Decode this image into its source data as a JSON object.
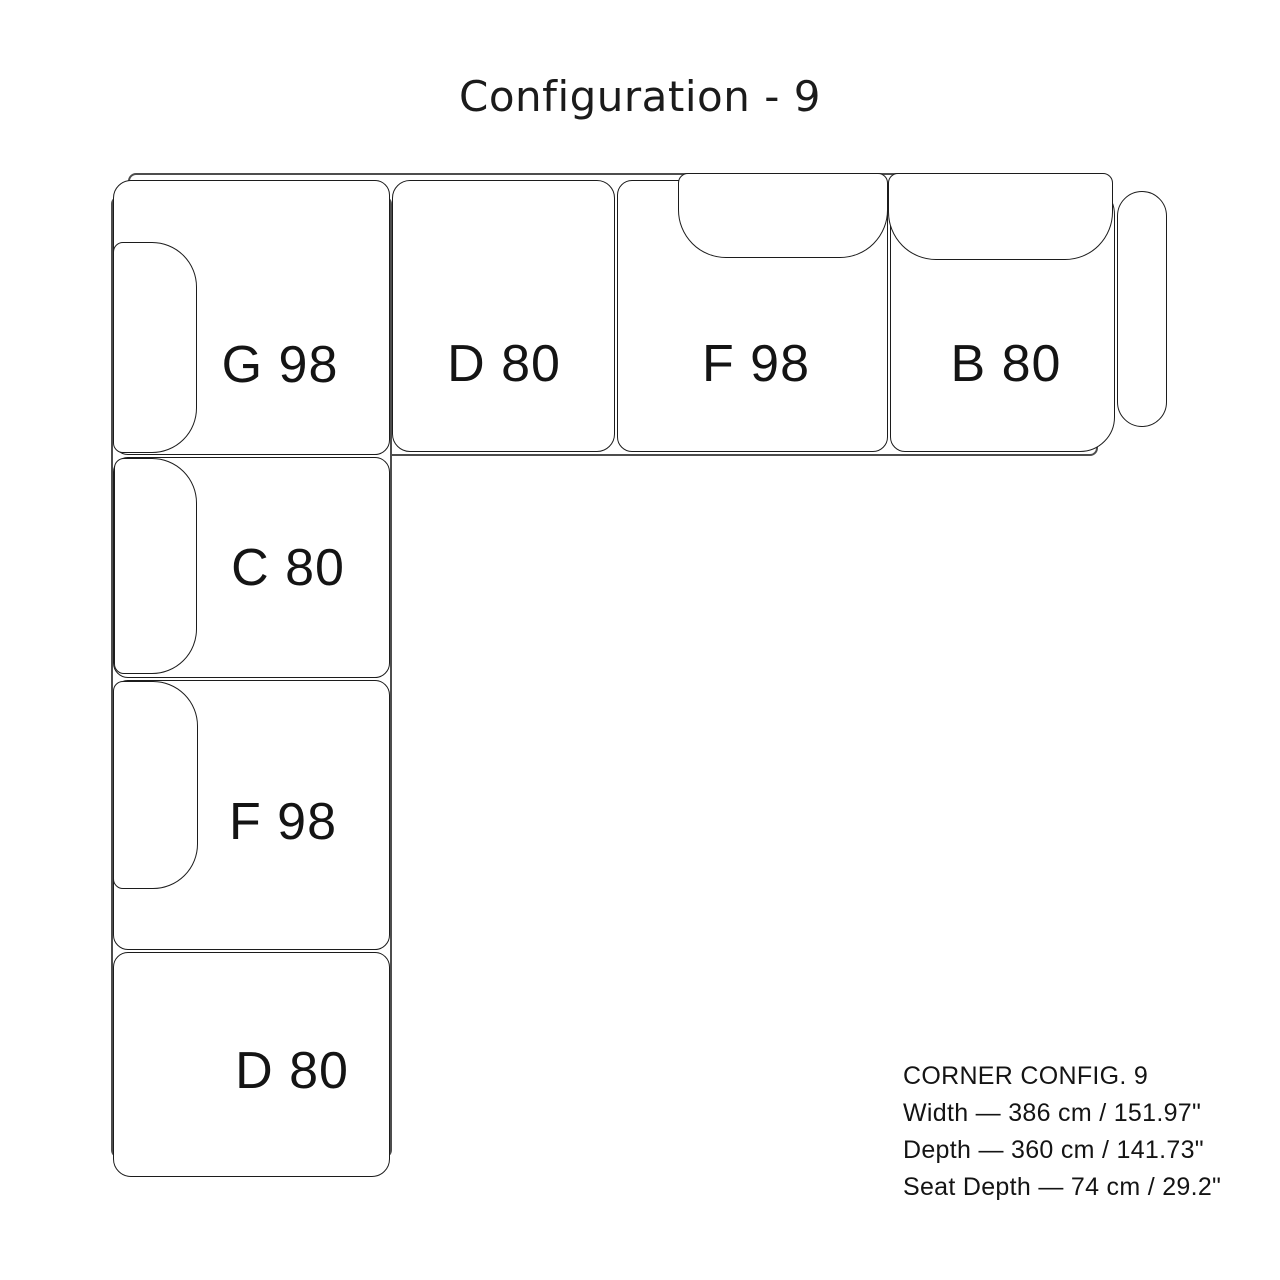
{
  "title": "Configuration - 9",
  "diagram": {
    "modules": {
      "g98": {
        "label": "G 98"
      },
      "d80_top": {
        "label": "D 80"
      },
      "f98_top": {
        "label": "F 98"
      },
      "b80": {
        "label": "B 80"
      },
      "c80": {
        "label": "C 80"
      },
      "f98_left": {
        "label": "F 98"
      },
      "d80_left": {
        "label": "D 80"
      }
    }
  },
  "specs": {
    "heading": "CORNER CONFIG. 9",
    "lines": [
      "Width — 386 cm / 151.97\"",
      "Depth — 360 cm / 141.73\"",
      "Seat Depth — 74 cm / 29.2\""
    ]
  },
  "colors": {
    "background": "#ffffff",
    "outline": "#1c1c1c",
    "frame_outline": "#4d4d4d",
    "text": "#141414"
  }
}
